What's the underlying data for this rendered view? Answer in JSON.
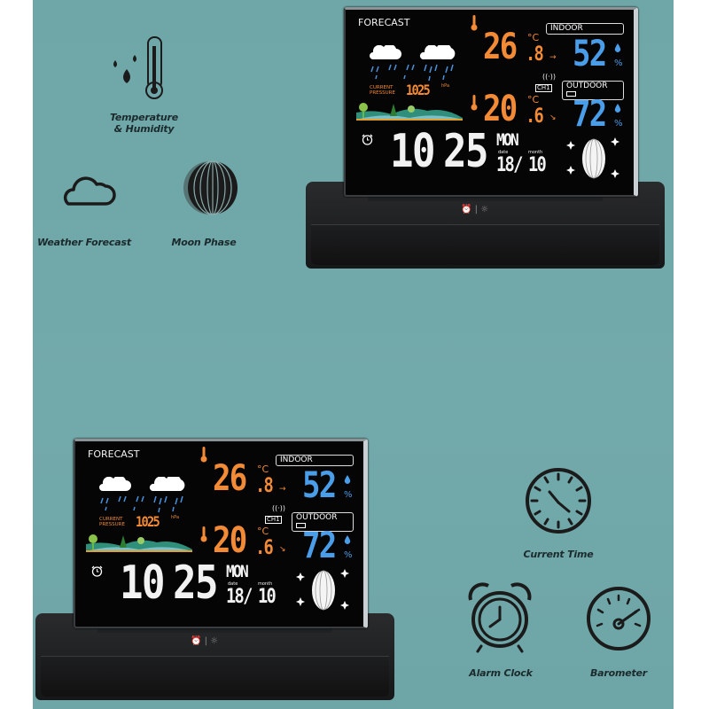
{
  "features": {
    "temp_humidity": "Temperature\n& Humidity",
    "temp_humidity_line1": "Temperature",
    "temp_humidity_line2": "& Humidity",
    "weather_forecast": "Weather Forecast",
    "moon_phase": "Moon Phase",
    "current_time": "Current Time",
    "alarm_clock": "Alarm Clock",
    "barometer": "Barometer"
  },
  "display": {
    "forecast_label": "FORECAST",
    "pressure_label_1": "CURRENT",
    "pressure_label_2": "PRESSURE",
    "pressure_value": "1025",
    "pressure_unit": "hPa",
    "indoor_label": "INDOOR",
    "outdoor_label": "OUTDOOR",
    "indoor_temp_int": "26",
    "indoor_temp_dec": ".8",
    "outdoor_temp_int": "20",
    "outdoor_temp_dec": ".6",
    "temp_unit": "°C",
    "indoor_humidity": "52",
    "outdoor_humidity": "72",
    "humidity_unit": "%",
    "channel": "CH1",
    "time_hours": "10",
    "time_minutes": "25",
    "weekday": "MON",
    "date_label": "date",
    "month_label": "month",
    "date": "18/",
    "month": "10"
  },
  "colors": {
    "background": "#71a7a8",
    "orange": "#f28a36",
    "blue": "#4a9de8"
  }
}
